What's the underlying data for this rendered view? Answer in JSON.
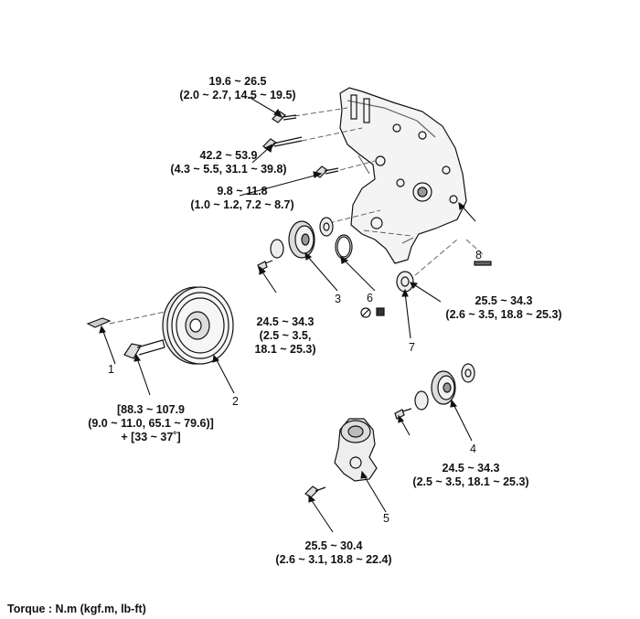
{
  "torque_labels": {
    "t1": {
      "line1": "19.6 ~ 26.5",
      "line2": "(2.0 ~ 2.7, 14.5 ~ 19.5)"
    },
    "t2": {
      "line1": "42.2 ~ 53.9",
      "line2": "(4.3 ~ 5.5, 31.1 ~ 39.8)"
    },
    "t3": {
      "line1": "9.8 ~ 11.8",
      "line2": "(1.0 ~ 1.2, 7.2 ~ 8.7)"
    },
    "t4": {
      "line1": "24.5 ~ 34.3",
      "line2": "(2.5 ~ 3.5,",
      "line3": "18.1 ~ 25.3)"
    },
    "t5": {
      "line1": "25.5 ~ 34.3",
      "line2": "(2.6 ~ 3.5, 18.8 ~ 25.3)"
    },
    "t6": {
      "line1": "[88.3 ~ 107.9",
      "line2": "(9.0 ~ 11.0, 65.1 ~ 79.6)]",
      "line3": "+ [33 ~ 37˚]"
    },
    "t7": {
      "line1": "24.5 ~ 34.3",
      "line2": "(2.5 ~ 3.5, 18.1 ~ 25.3)"
    },
    "t8": {
      "line1": "25.5 ~ 30.4",
      "line2": "(2.6 ~ 3.1, 18.8 ~ 22.4)"
    }
  },
  "part_numbers": [
    "1",
    "2",
    "3",
    "4",
    "5",
    "6",
    "7",
    "8"
  ],
  "caption": "Torque : N.m (kgf.m, lb-ft)"
}
